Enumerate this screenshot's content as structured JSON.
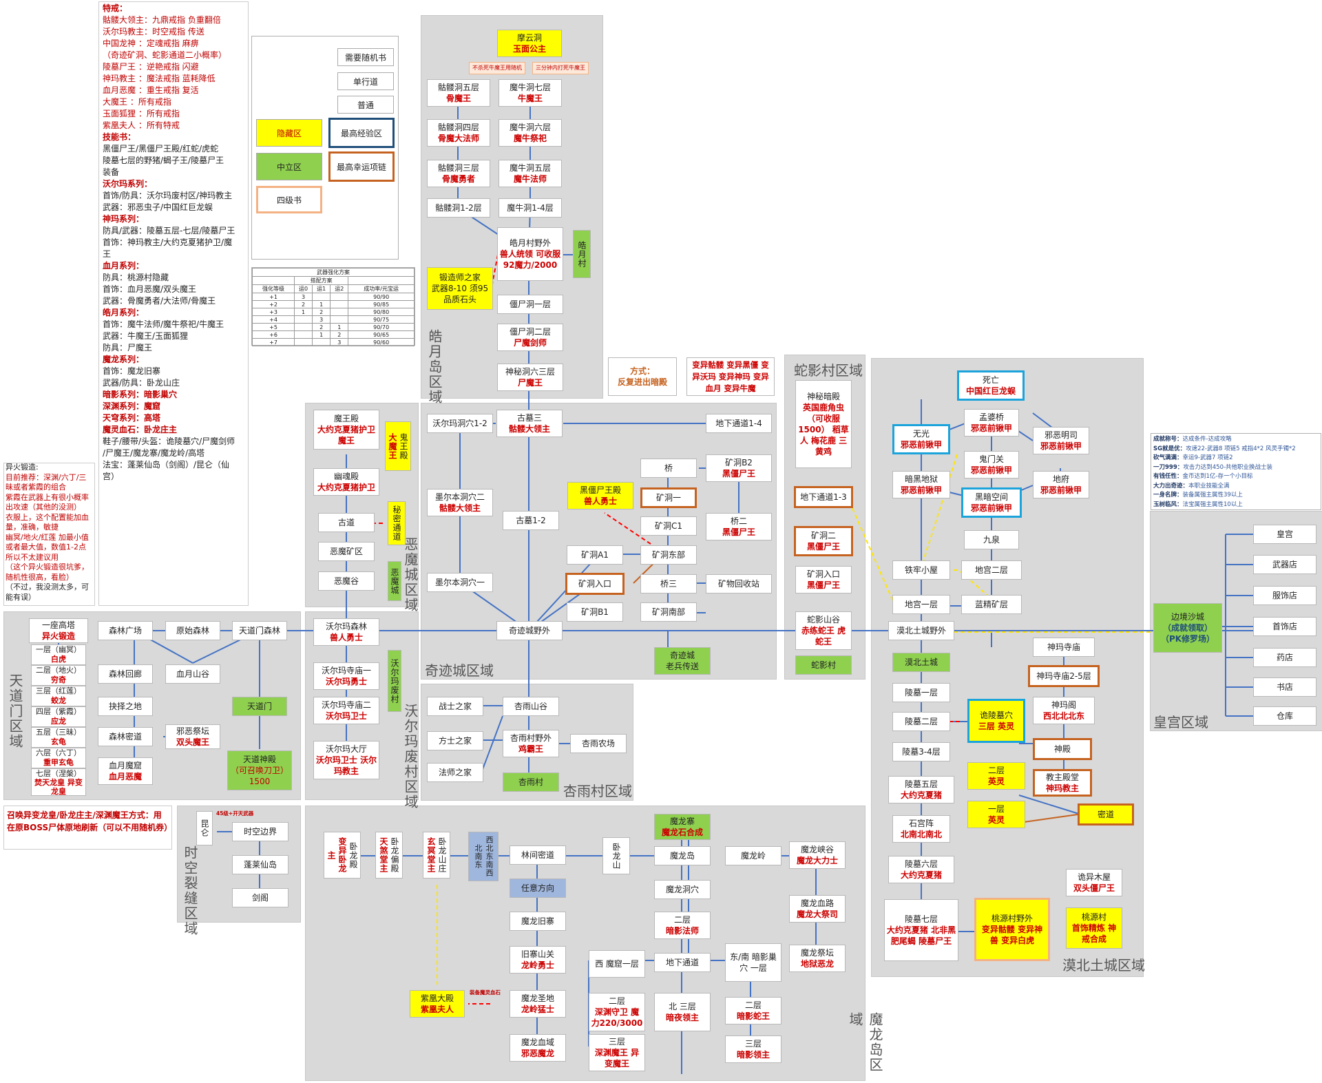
{
  "notes": {
    "left_main": [
      {
        "t": "特戒：",
        "c": "h"
      },
      {
        "t": "骷髅大领主：九鼎戒指 负重翻倍",
        "c": "r"
      },
      {
        "t": "沃尔玛教主：时空戒指 传送",
        "c": "r"
      },
      {
        "t": "中国龙神 ：定魂戒指 麻痹",
        "c": "r"
      },
      {
        "t": "（奇迹矿洞、蛇影通道二小概率）",
        "c": "r"
      },
      {
        "t": "陵墓尸王 ：逆艳戒指 闪避",
        "c": "r"
      },
      {
        "t": "神玛教主 ：魔法戒指 蓝耗降低",
        "c": "r"
      },
      {
        "t": "血月恶魔 ：重生戒指 复活",
        "c": "r"
      },
      {
        "t": "大魔王 ：所有戒指",
        "c": "r"
      },
      {
        "t": "玉面狐狸 ：所有戒指",
        "c": "r"
      },
      {
        "t": "紫凰夫人 ：所有特戒",
        "c": "r"
      },
      {
        "t": " ",
        "c": ""
      },
      {
        "t": "技能书：",
        "c": "h"
      },
      {
        "t": "黑僵尸王/黑僵尸王殿/红蛇/虎蛇",
        "c": ""
      },
      {
        "t": "陵墓七层的野猪/蝎子王/陵墓尸王",
        "c": ""
      },
      {
        "t": " ",
        "c": ""
      },
      {
        "t": "装备",
        "c": ""
      },
      {
        "t": "沃尔玛系列：",
        "c": "h"
      },
      {
        "t": "首饰/防具：沃尔玛废村区/神玛教主",
        "c": ""
      },
      {
        "t": "武器：邪恶虫子/中国红巨龙蜈",
        "c": ""
      },
      {
        "t": " ",
        "c": ""
      },
      {
        "t": "神玛系列：",
        "c": "h"
      },
      {
        "t": "防具/武器：陵墓五层-七层/陵墓尸王",
        "c": ""
      },
      {
        "t": "首饰：神玛教主/大约克夏猪护卫/魔",
        "c": ""
      },
      {
        "t": "王",
        "c": ""
      },
      {
        "t": " ",
        "c": ""
      },
      {
        "t": "血月系列：",
        "c": "h"
      },
      {
        "t": "防具：桃源村隐藏",
        "c": ""
      },
      {
        "t": "首饰：血月恶魔/双头魔王",
        "c": ""
      },
      {
        "t": "武器：骨魔勇者/大法师/骨魔王",
        "c": ""
      },
      {
        "t": " ",
        "c": ""
      },
      {
        "t": "皓月系列：",
        "c": "h"
      },
      {
        "t": "首饰：魔牛法师/魔牛祭祀/牛魔王",
        "c": ""
      },
      {
        "t": "武器：牛魔王/玉面狐狸",
        "c": ""
      },
      {
        "t": "防具：尸魔王",
        "c": ""
      },
      {
        "t": " ",
        "c": ""
      },
      {
        "t": "魔龙系列：",
        "c": "h"
      },
      {
        "t": "首饰：魔龙旧寨",
        "c": ""
      },
      {
        "t": "武器/防具：卧龙山庄",
        "c": ""
      },
      {
        "t": " ",
        "c": ""
      },
      {
        "t": "暗影系列：暗影巢穴",
        "c": "hs"
      },
      {
        "t": " ",
        "c": ""
      },
      {
        "t": "深渊系列：魔窟",
        "c": "hs"
      },
      {
        "t": " ",
        "c": ""
      },
      {
        "t": "天穹系列：高塔",
        "c": "hs"
      },
      {
        "t": " ",
        "c": ""
      },
      {
        "t": "魔灵血石：卧龙庄主",
        "c": "hs"
      },
      {
        "t": " ",
        "c": ""
      },
      {
        "t": "鞋子/腰带/头盔：诡陵墓穴/尸魔剑师",
        "c": ""
      },
      {
        "t": "/尸魔王/魔龙寨/魔龙岭/高塔",
        "c": ""
      },
      {
        "t": " ",
        "c": ""
      },
      {
        "t": "法宝：蓬莱仙岛（剑阁）/昆仑（仙",
        "c": ""
      },
      {
        "t": "宫）",
        "c": ""
      }
    ],
    "forge": [
      {
        "t": "异火锻造:",
        "c": ""
      },
      {
        "t": "目前推荐：深渊/六丁/三",
        "c": "r"
      },
      {
        "t": "昧或者紫霞的组合",
        "c": "r"
      },
      {
        "t": "紫霞在武器上有很小概率",
        "c": "r"
      },
      {
        "t": "出攻速（其他的没测）",
        "c": "r"
      },
      {
        "t": "衣服上，这个配置能加血",
        "c": "r"
      },
      {
        "t": "量，准确，敏捷",
        "c": "r"
      },
      {
        "t": "幽冥/地火/红莲 加最小值",
        "c": "r"
      },
      {
        "t": "或者最大值，数值1-2点",
        "c": "r"
      },
      {
        "t": "所以不太建议用",
        "c": "r"
      },
      {
        "t": "（这个异火锻造很坑爹，",
        "c": "r"
      },
      {
        "t": "随机性很高，看脸）",
        "c": "r"
      },
      {
        "t": "（不过，我没测太多，可",
        "c": ""
      },
      {
        "t": "能有误）",
        "c": ""
      }
    ],
    "summon": "召唤异变龙皇/卧龙庄主/深渊魔王方式：用在原BOSS尸体原地刷新（可以不用随机券）",
    "method_title": "方式：",
    "method_body": "反复进出暗殿",
    "mutants": "变异骷髅 变异黑僵 变异沃玛 变异神玛 变异血月 变异牛魔",
    "right_info": [
      {
        "k": "成就称号：",
        "v": "达成条件-达成攻略"
      },
      {
        "k": "SG就是优：",
        "v": "攻速22-武器8 项链5 戒指4*2 风灵手镯*2"
      },
      {
        "k": "砍气满满：",
        "v": "幸运9-武器7 项链2"
      },
      {
        "k": "一刀999：",
        "v": "攻击力达到450-共他职业换战士装"
      },
      {
        "k": "有钱任性：",
        "v": "金币达到1亿-存一个小目标"
      },
      {
        "k": "大力出奇迹：",
        "v": "本职业技能全满"
      },
      {
        "k": "一身名牌：",
        "v": "装备属强主属性39以上"
      },
      {
        "k": "玉树临风：",
        "v": "法宝属强主属性10以上"
      }
    ]
  },
  "legend": {
    "random_book": "需要随机书",
    "oneway": "单行道",
    "normal": "普通",
    "hidden": "隐藏区",
    "top_exp": "最高经验区",
    "neutral": "中立区",
    "top_luck": "最高幸运项链",
    "book4": "四级书"
  },
  "enhance_table": {
    "title": "武器强化方案",
    "sub": "搭配方案",
    "headers": [
      "强化等级",
      "运0",
      "运1",
      "运2",
      "成功率/元宝运"
    ],
    "rows": [
      [
        "+1",
        "3",
        "",
        "",
        "90/90"
      ],
      [
        "+2",
        "2",
        "1",
        "",
        "90/85"
      ],
      [
        "+3",
        "1",
        "2",
        "",
        "90/80"
      ],
      [
        "+4",
        "",
        "3",
        "",
        "90/75"
      ],
      [
        "+5",
        "",
        "2",
        "1",
        "90/70"
      ],
      [
        "+6",
        "",
        "1",
        "2",
        "90/65"
      ],
      [
        "+7",
        "",
        "",
        "3",
        "90/60"
      ]
    ]
  },
  "regions": {
    "haoyue": "皓月岛区域",
    "qiji": "奇迹城区域",
    "xingyu": "杏雨村区域",
    "shadow_village": "蛇影村区域",
    "hanbei": "漠北土城区域",
    "palace": "皇宫区域",
    "tiandao": "天道门区域",
    "woerma": "沃尔玛废村区域",
    "emo": "恶魔城区域",
    "shikong": "时空裂缝区域",
    "molong": "魔龙岛区域"
  },
  "small_labels": {
    "bull_note1": "不杀死牛魔王用随机",
    "bull_note2": "三分钟内打死牛魔王",
    "lv45": "45级+开天武器",
    "blood_stone": "装备魔灵血石"
  },
  "nodes": {
    "moyun": {
      "t": "摩云洞",
      "s": "玉面公主"
    },
    "kl5": {
      "t": "骷髅洞五层",
      "s": "骨魔王"
    },
    "kl4": {
      "t": "骷髅洞四层",
      "s": "骨魔大法师"
    },
    "kl3": {
      "t": "骷髅洞三层",
      "s": "骨魔勇者"
    },
    "kl12": {
      "t": "骷髅洞1-2层",
      "s": ""
    },
    "mn7": {
      "t": "魔牛洞七层",
      "s": "牛魔王"
    },
    "mn6": {
      "t": "魔牛洞六层",
      "s": "魔牛祭祀"
    },
    "mn5": {
      "t": "魔牛洞五层",
      "s": "魔牛法师"
    },
    "mn14": {
      "t": "魔牛洞1-4层",
      "s": ""
    },
    "haoyue_wild": {
      "t": "皓月村野外",
      "s": "兽人统领 可收服 92魔力/2000"
    },
    "haoyue_village": {
      "t": "皓月村",
      "s": ""
    },
    "smith": {
      "t": "锻造师之家",
      "s": "武器8-10 须95品质石头"
    },
    "js1": {
      "t": "僵尸洞一层",
      "s": ""
    },
    "js2": {
      "t": "僵尸洞二层",
      "s": "尸魔剑师"
    },
    "smd3": {
      "t": "神秘洞六三层",
      "s": "尸魔王"
    },
    "gumu3": {
      "t": "古墓三",
      "s": "骷髅大领主"
    },
    "gumu12": {
      "t": "古墓1-2",
      "s": ""
    },
    "wem12": {
      "t": "沃尔玛洞穴1-2",
      "s": ""
    },
    "mer2": {
      "t": "墨尔本洞穴二",
      "s": "骷髅大领主"
    },
    "mer1": {
      "t": "墨尔本洞穴一",
      "s": ""
    },
    "dixia14": {
      "t": "地下通道1-4",
      "s": ""
    },
    "qiao": {
      "t": "桥",
      "s": ""
    },
    "kdb2": {
      "t": "矿洞B2",
      "s": "黑僵尸王"
    },
    "hjswd": {
      "t": "黑僵尸王殿",
      "s": "兽人勇士"
    },
    "kd1": {
      "t": "矿洞一",
      "s": ""
    },
    "kdc1": {
      "t": "矿洞C1",
      "s": ""
    },
    "qiao2": {
      "t": "桥二",
      "s": "黑僵尸王"
    },
    "kda1": {
      "t": "矿洞A1",
      "s": ""
    },
    "kddb": {
      "t": "矿洞东部",
      "s": ""
    },
    "kdrk": {
      "t": "矿洞入口",
      "s": ""
    },
    "qiao3": {
      "t": "桥三",
      "s": ""
    },
    "kwhs": {
      "t": "矿物回收站",
      "s": ""
    },
    "kdb1": {
      "t": "矿洞B1",
      "s": ""
    },
    "kdnb": {
      "t": "矿洞南部",
      "s": ""
    },
    "qiji_wild": {
      "t": "奇迹城野外",
      "s": ""
    },
    "qiji_city": {
      "t": "奇迹城",
      "s": "老兵传送"
    },
    "warrior": {
      "t": "战士之家",
      "s": ""
    },
    "mage": {
      "t": "方士之家",
      "s": ""
    },
    "wizard": {
      "t": "法师之家",
      "s": ""
    },
    "xy_valley": {
      "t": "杏雨山谷",
      "s": ""
    },
    "xy_wild": {
      "t": "杏雨村野外",
      "s": "鸡霸王"
    },
    "xy_farm": {
      "t": "杏雨农场",
      "s": ""
    },
    "xy_village": {
      "t": "杏雨村",
      "s": ""
    },
    "sy_temple": {
      "t": "神秘暗殿",
      "s": "英国鹿角虫 （可收服 1500） 稻草人 梅花鹿 三黄鸡"
    },
    "sy_d13": {
      "t": "地下通道1-3",
      "s": ""
    },
    "sy_kd2": {
      "t": "矿洞二",
      "s": "黑僵尸王"
    },
    "sy_kdrk": {
      "t": "矿洞入口",
      "s": "黑僵尸王"
    },
    "sy_valley": {
      "t": "蛇影山谷",
      "s": "赤练蛇王 虎蛇王"
    },
    "sy_village": {
      "t": "蛇影村",
      "s": ""
    },
    "death": {
      "t": "死亡",
      "s": "中国红巨龙蜈"
    },
    "mengpo": {
      "t": "孟婆桥",
      "s": "邪恶前锹甲"
    },
    "wuguang": {
      "t": "无光",
      "s": "邪恶前锹甲"
    },
    "guimen": {
      "t": "鬼门关",
      "s": "邪恶前锹甲"
    },
    "xeming": {
      "t": "邪恶明司",
      "s": "邪恶前锹甲"
    },
    "anhei": {
      "t": "暗黑地狱",
      "s": "邪恶前锹甲"
    },
    "heian": {
      "t": "黑暗空间",
      "s": "邪恶前锹甲"
    },
    "difu": {
      "t": "地府",
      "s": "邪恶前锹甲"
    },
    "jiuquan": {
      "t": "九泉",
      "s": ""
    },
    "tielao": {
      "t": "铁牢小屋",
      "s": ""
    },
    "dg2": {
      "t": "地宫二层",
      "s": ""
    },
    "dg1": {
      "t": "地宫一层",
      "s": ""
    },
    "lanjing": {
      "t": "蓝精矿层",
      "s": ""
    },
    "hb_wild": {
      "t": "漠北土城野外",
      "s": ""
    },
    "hb_city": {
      "t": "漠北土城",
      "s": ""
    },
    "sm_temple": {
      "t": "神玛寺庙",
      "s": ""
    },
    "sm_temple25": {
      "t": "神玛寺庙2-5层",
      "s": ""
    },
    "lm1": {
      "t": "陵墓一层",
      "s": ""
    },
    "lm2": {
      "t": "陵墓二层",
      "s": ""
    },
    "guiling": {
      "t": "诡陵墓穴",
      "s": "三层 英灵"
    },
    "smg": {
      "t": "神玛阁",
      "s": "西北北北东"
    },
    "lm34": {
      "t": "陵墓3-4层",
      "s": ""
    },
    "shendian": {
      "t": "神殿",
      "s": ""
    },
    "er_ceng": {
      "t": "二层",
      "s": "英灵"
    },
    "lm5": {
      "t": "陵墓五层",
      "s": "大约克夏猪"
    },
    "jiaozhu": {
      "t": "教主殿堂",
      "s": "神玛教主"
    },
    "yiceng": {
      "t": "一层",
      "s": "英灵"
    },
    "midao": {
      "t": "密道",
      "s": ""
    },
    "shigong": {
      "t": "石宫阵",
      "s": "北南北南北"
    },
    "lm6": {
      "t": "陵墓六层",
      "s": "大约克夏猪"
    },
    "lm7": {
      "t": "陵墓七层",
      "s": "大约克夏猪 北非黑肥尾蝎 陵墓尸王"
    },
    "taoyuan_wild": {
      "t": "桃源村野外",
      "s": "变异骷髅 变异神兽 变异白虎"
    },
    "guiyi": {
      "t": "诡异木屋",
      "s": "双头僵尸王"
    },
    "taoyuan": {
      "t": "桃源村",
      "s": "首饰精炼 神戒合成"
    },
    "border": {
      "t": "边境沙城",
      "s": "（成就领取） （PK修罗场）"
    },
    "palace": {
      "t": "皇宫",
      "s": ""
    },
    "weapon_shop": {
      "t": "武器店",
      "s": ""
    },
    "cloth_shop": {
      "t": "服饰店",
      "s": ""
    },
    "jewel_shop": {
      "t": "首饰店",
      "s": ""
    },
    "drug_shop": {
      "t": "药店",
      "s": ""
    },
    "book_shop": {
      "t": "书店",
      "s": ""
    },
    "warehouse": {
      "t": "仓库",
      "s": ""
    },
    "mowang_hall": {
      "t": "魔王殿",
      "s": "大约克夏猪护卫 魔王"
    },
    "youhun": {
      "t": "幽魂殿",
      "s": "大约克夏猪护卫"
    },
    "gudao": {
      "t": "古道",
      "s": ""
    },
    "emo_kq": {
      "t": "恶魔矿区",
      "s": ""
    },
    "emo_gu": {
      "t": "恶魔谷",
      "s": ""
    },
    "guiwang": {
      "t": "鬼王殿",
      "s": "大魔王"
    },
    "secret_pass": {
      "t": "秘密通道",
      "s": ""
    },
    "emo_city": {
      "t": "恶魔城",
      "s": ""
    },
    "wem_forest": {
      "t": "沃尔玛森林",
      "s": "兽人勇士"
    },
    "wem_t1": {
      "t": "沃尔玛寺庙一",
      "s": "沃尔玛勇士"
    },
    "wem_t2": {
      "t": "沃尔玛寺庙二",
      "s": "沃尔玛卫士"
    },
    "wem_hall": {
      "t": "沃尔玛大厅",
      "s": "沃尔玛卫士 沃尔玛教主"
    },
    "wem_village": {
      "t": "沃尔玛废村",
      "s": ""
    },
    "tower": {
      "t": "一座高塔",
      "s": "异火锻造"
    },
    "f1": {
      "t": "一层（幽冥）",
      "s": "白虎"
    },
    "f2": {
      "t": "二层（地火）",
      "s": "穷奇"
    },
    "f3": {
      "t": "三层（红莲）",
      "s": "蛟龙"
    },
    "f4": {
      "t": "四层（紫霞）",
      "s": "应龙"
    },
    "f5": {
      "t": "五层（三昧）",
      "s": "玄龟"
    },
    "f6": {
      "t": "六层（六丁）",
      "s": "重甲玄龟"
    },
    "f7": {
      "t": "七层（涅槃）",
      "s": "焚天龙皇 异变龙皇"
    },
    "forest_sq": {
      "t": "森林广场",
      "s": ""
    },
    "primal": {
      "t": "原始森林",
      "s": ""
    },
    "td_forest": {
      "t": "天道门森林",
      "s": ""
    },
    "forest_back": {
      "t": "森林回廊",
      "s": ""
    },
    "blood_valley": {
      "t": "血月山谷",
      "s": ""
    },
    "juesha": {
      "t": "抉择之地",
      "s": ""
    },
    "forest_secret": {
      "t": "森林密道",
      "s": ""
    },
    "evil_altar": {
      "t": "邪恶祭坛",
      "s": "双头魔王"
    },
    "blood_cave": {
      "t": "血月魔窟",
      "s": "血月恶魔"
    },
    "tiandaomen": {
      "t": "天道门",
      "s": ""
    },
    "td_temple": {
      "t": "天道神殿",
      "s": "（可召唤刀卫） 1500"
    },
    "kunlun": {
      "t": "昆仑",
      "s": ""
    },
    "sk_edge": {
      "t": "时空边界",
      "s": ""
    },
    "penglai": {
      "t": "蓬莱仙岛",
      "s": ""
    },
    "jiange": {
      "t": "剑阁",
      "s": ""
    },
    "wolong_hall": {
      "t": "卧龙殿",
      "s": "变异卧龙主"
    },
    "wolong_pian": {
      "t": "卧龙偏殿",
      "s": "天煞堂主"
    },
    "wolong_villa": {
      "t": "卧龙山庄",
      "s": "玄冥堂主"
    },
    "dirs": {
      "t": "西北东南西北南东",
      "s": ""
    },
    "linjian": {
      "t": "林间密道",
      "s": ""
    },
    "anydir": {
      "t": "任意方向",
      "s": ""
    },
    "wolong_shan": {
      "t": "卧龙山",
      "s": ""
    },
    "molong_fort": {
      "t": "魔龙寨",
      "s": "魔龙石合成"
    },
    "molong_island": {
      "t": "魔龙岛",
      "s": ""
    },
    "molong_ling": {
      "t": "魔龙岭",
      "s": ""
    },
    "molong_gorge": {
      "t": "魔龙峡谷",
      "s": "魔龙大力士"
    },
    "molong_old": {
      "t": "魔龙旧寨",
      "s": ""
    },
    "molong_cave6": {
      "t": "魔龙洞穴",
      "s": ""
    },
    "er2": {
      "t": "二层",
      "s": "暗影法师"
    },
    "jiuzhai_gate": {
      "t": "旧寨山关",
      "s": "龙岭勇士"
    },
    "molong_saint": {
      "t": "魔龙圣地",
      "s": "龙岭猛士"
    },
    "molong_blood": {
      "t": "魔龙血域",
      "s": "邪恶魔龙"
    },
    "zifeng": {
      "t": "紫凰大殿",
      "s": "紫凰夫人"
    },
    "molong_bloodroad": {
      "t": "魔龙血路",
      "s": "魔龙大祭司"
    },
    "molong_altar": {
      "t": "魔龙祭坛",
      "s": "地狱恶龙"
    },
    "xi_mk": {
      "t": "西 魔窟一层",
      "s": ""
    },
    "dixia_mk": {
      "t": "地下通道",
      "s": ""
    },
    "dongnan": {
      "t": "东/南 暗影巢穴 一层",
      "s": ""
    },
    "mk2": {
      "t": "二层",
      "s": "深渊守卫 魔力220/3000"
    },
    "bei3": {
      "t": "北 三层",
      "s": "暗夜领主"
    },
    "an2": {
      "t": "二层",
      "s": "暗影蛇王"
    },
    "mk3": {
      "t": "三层",
      "s": "深渊魔王 异变魔王"
    },
    "an3": {
      "t": "三层",
      "s": "暗影领主"
    }
  }
}
